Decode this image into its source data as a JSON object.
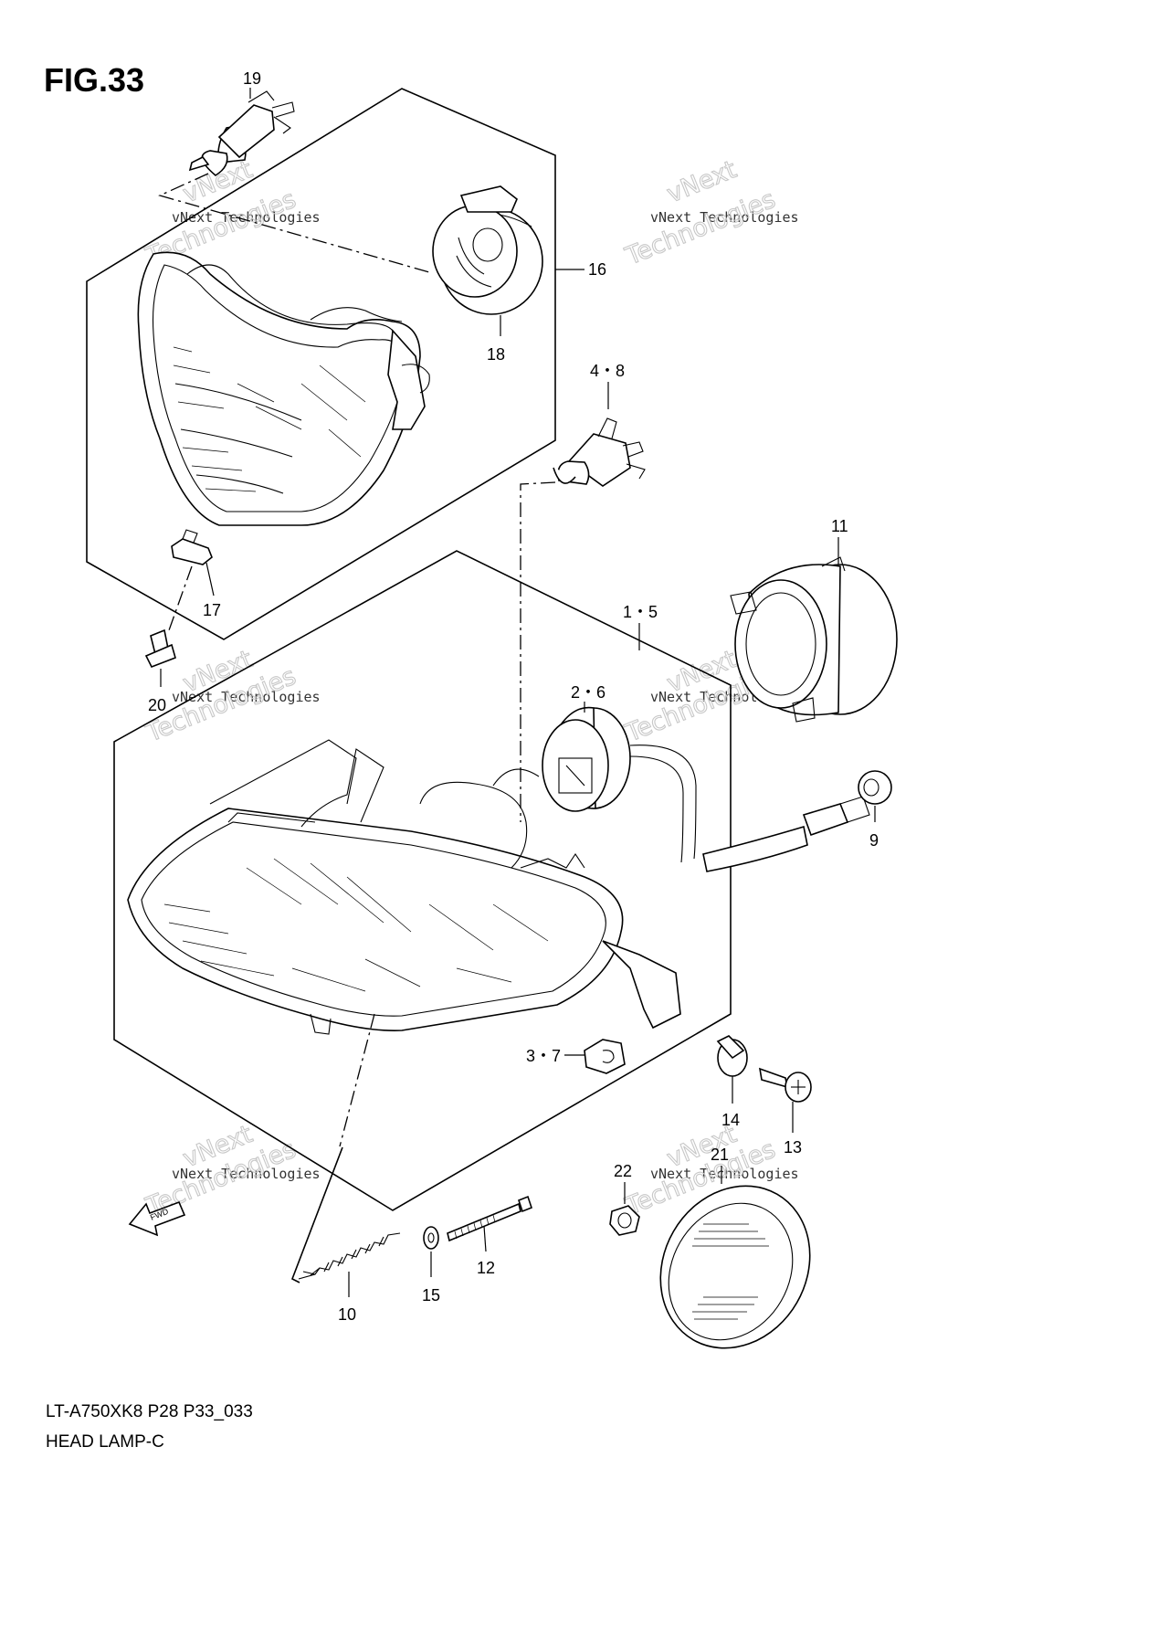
{
  "figure": {
    "title": "FIG.33",
    "model_code": "LT-A750XK8 P28 P33_033",
    "caption": "HEAD LAMP-C"
  },
  "watermark": {
    "line1": "vNext",
    "line2": "vNext Technologies",
    "line3": "Technologies"
  },
  "callouts": {
    "c1_5": "1・5",
    "c2_6": "2・6",
    "c3_7": "3・7",
    "c4_8": "4・8",
    "c9": "9",
    "c10": "10",
    "c11": "11",
    "c12": "12",
    "c13": "13",
    "c14": "14",
    "c15": "15",
    "c16": "16",
    "c17": "17",
    "c18": "18",
    "c19": "19",
    "c20": "20",
    "c21": "21",
    "c22": "22"
  },
  "direction_label": "FWD"
}
